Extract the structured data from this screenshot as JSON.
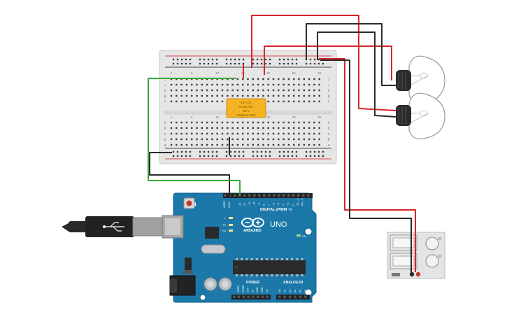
{
  "relay": {
    "lines": [
      "12V DC",
      "5-12V DC",
      "30 V",
      "KS2E-M-DC5"
    ]
  },
  "breadboard": {
    "row_letters_top": [
      "j",
      "i",
      "h",
      "g",
      "f"
    ],
    "row_letters_bottom": [
      "e",
      "d",
      "c",
      "b",
      "a"
    ],
    "column_numbers_top": [
      "1",
      "5",
      "10",
      "15",
      "20",
      "25",
      "30"
    ],
    "column_numbers_bottom": [
      "1",
      "5",
      "10",
      "15",
      "20",
      "25",
      "30"
    ]
  },
  "arduino": {
    "brand": "ARDUINO",
    "model": "UNO",
    "digital_label": "DIGITAL (PWM ~)",
    "power_label": "POWER",
    "analog_label": "ANALOG IN",
    "aref": "AREF",
    "gnd": "GND",
    "tx": "TX",
    "rx": "RX",
    "on": "ON",
    "l": "L",
    "reset": "RESET",
    "digital_pins": [
      "13",
      "12",
      "~11",
      "~10",
      "~9",
      "8",
      "7",
      "~6",
      "~5",
      "4",
      "~3",
      "2",
      "TX→1",
      "RX←0"
    ],
    "power_pins": [
      "IOREF",
      "RESET",
      "3.3V",
      "5V",
      "GND",
      "GND",
      "Vin"
    ],
    "analog_pins": [
      "A0",
      "A1",
      "A2",
      "A3",
      "A4",
      "A5"
    ]
  },
  "wire_colors": {
    "red": "#d5252d",
    "black": "#2b2b2b",
    "green": "#3aaa35"
  }
}
